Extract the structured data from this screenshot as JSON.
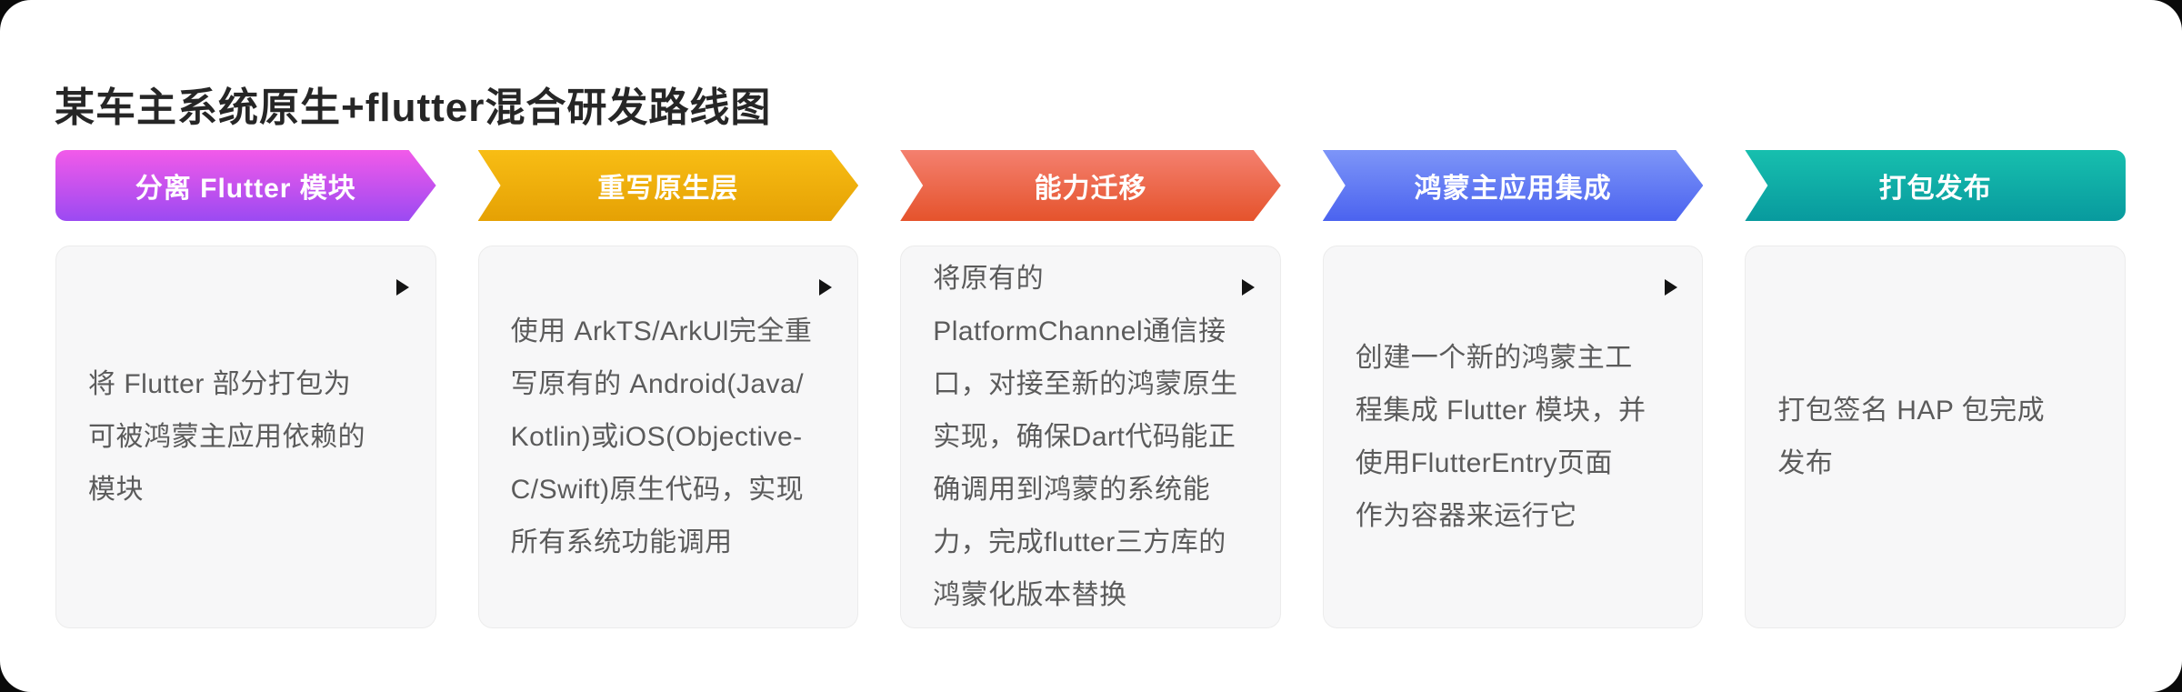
{
  "page": {
    "title": "某车主系统原生+flutter混合研发路线图"
  },
  "colors": {
    "card_background": "#ffffff",
    "box_background": "#f7f7f8",
    "box_border": "#ececec",
    "box_text": "#5b5b5b",
    "title_text": "#262626",
    "separator_arrow": "#141414",
    "banner_text": "#ffffff"
  },
  "separator_icon": "right-triangle",
  "stages": [
    {
      "label": "分离 Flutter 模块",
      "gradient_top": "#f25ae9",
      "gradient_bottom": "#9b4af2",
      "description": "将 Flutter 部分打包为\n可被鸿蒙主应用依赖的\n模块"
    },
    {
      "label": "重写原生层",
      "gradient_top": "#f8bd14",
      "gradient_bottom": "#e5a104",
      "description": "使用 ArkTS/ArkUl完全重\n写原有的 Android(Java/\nKotlin)或iOS(Objective-\nC/Swift)原生代码，实现\n所有系统功能调用"
    },
    {
      "label": "能力迁移",
      "gradient_top": "#f4806f",
      "gradient_bottom": "#e5532c",
      "description": "将原有的\nPlatformChannel通信接\n口，对接至新的鸿蒙原生\n实现，确保Dart代码能正\n确调用到鸿蒙的系统能\n力，完成flutter三方库的\n鸿蒙化版本替换"
    },
    {
      "label": "鸿蒙主应用集成",
      "gradient_top": "#7d95f8",
      "gradient_bottom": "#4b63ef",
      "description": "创建一个新的鸿蒙主工\n程集成 Flutter 模块，并\n使用FlutterEntry页面\n作为容器来运行它"
    },
    {
      "label": "打包发布",
      "gradient_top": "#17bfae",
      "gradient_bottom": "#089a9e",
      "description": "打包签名 HAP 包完成\n发布"
    }
  ]
}
